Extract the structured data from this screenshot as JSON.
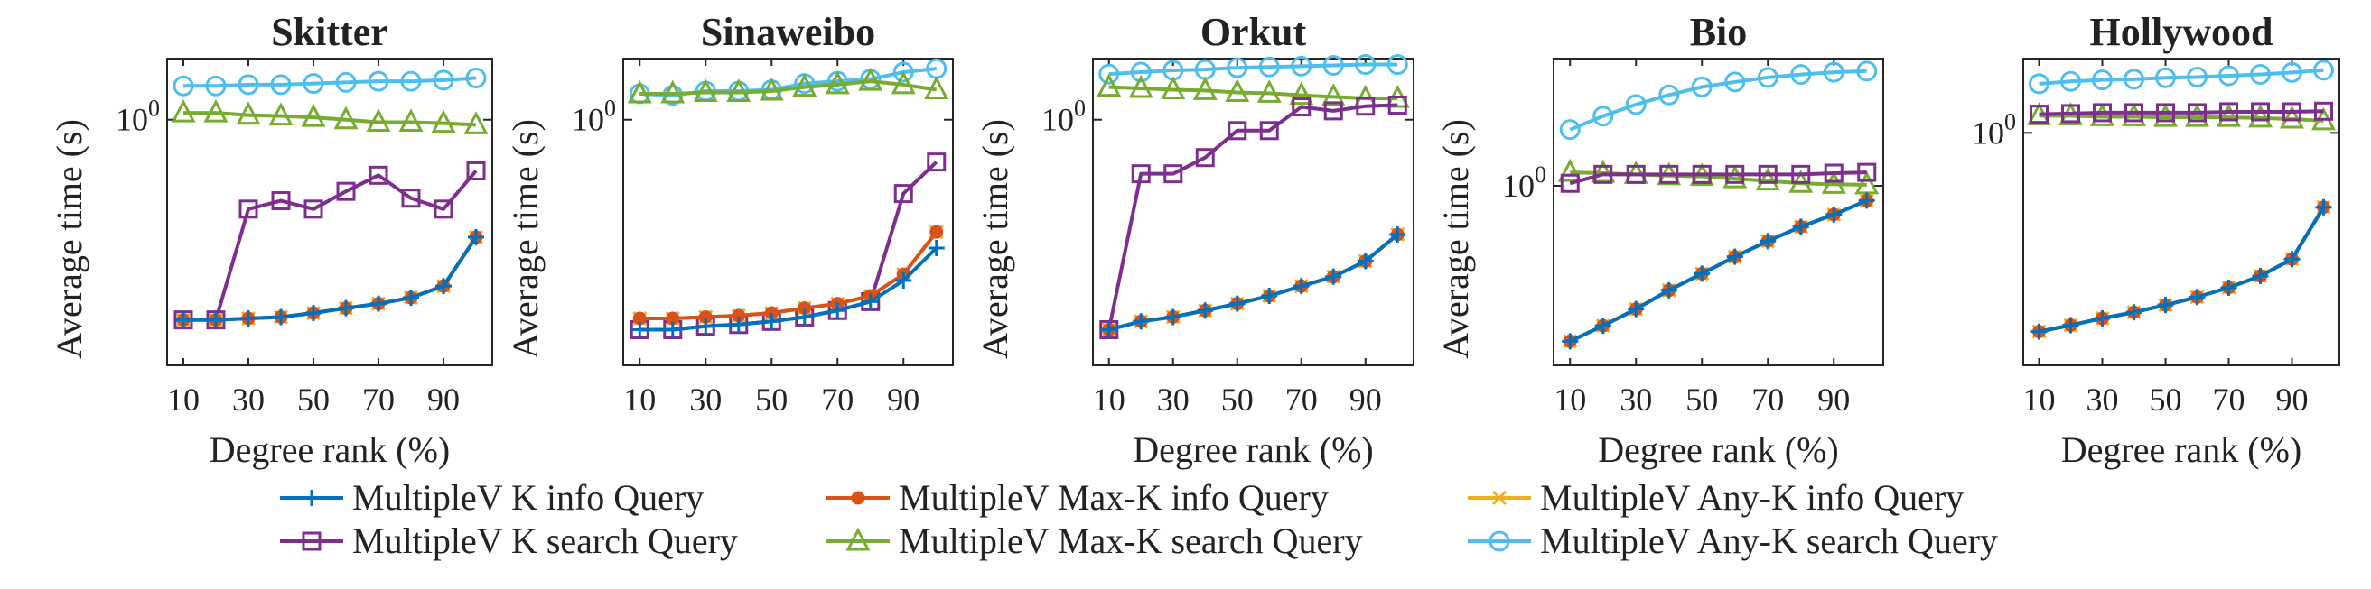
{
  "chart_data": [
    {
      "type": "line",
      "title": "Skitter",
      "xlabel": "Degree rank (%)",
      "ylabel": "Average time (s)",
      "x": [
        10,
        20,
        30,
        40,
        50,
        60,
        70,
        80,
        90,
        100
      ],
      "xticks": [
        "10",
        "30",
        "50",
        "70",
        "90"
      ],
      "yscale": "log",
      "yticks": [
        {
          "value": 1,
          "label": "10^0"
        }
      ],
      "ylim": [
        0.0065,
        3.5
      ],
      "series": [
        {
          "name": "MultipleV K info Query",
          "values": [
            0.0165,
            0.0165,
            0.017,
            0.0175,
            0.019,
            0.021,
            0.023,
            0.026,
            0.033,
            0.09
          ]
        },
        {
          "name": "MultipleV Max-K info Query",
          "values": [
            0.0165,
            0.0165,
            0.017,
            0.0175,
            0.019,
            0.021,
            0.023,
            0.026,
            0.033,
            0.09
          ]
        },
        {
          "name": "MultipleV Any-K info Query",
          "values": [
            0.0165,
            0.0165,
            0.017,
            0.0175,
            0.019,
            0.021,
            0.023,
            0.026,
            0.033,
            0.09
          ]
        },
        {
          "name": "MultipleV K search Query",
          "values": [
            0.0165,
            0.0165,
            0.16,
            0.19,
            0.16,
            0.23,
            0.32,
            0.2,
            0.16,
            0.35
          ]
        },
        {
          "name": "MultipleV Max-K search Query",
          "values": [
            1.15,
            1.15,
            1.1,
            1.08,
            1.05,
            1.0,
            0.95,
            0.95,
            0.93,
            0.9
          ]
        },
        {
          "name": "MultipleV Any-K search Query",
          "values": [
            2.0,
            2.0,
            2.05,
            2.05,
            2.1,
            2.15,
            2.2,
            2.2,
            2.25,
            2.35
          ]
        }
      ]
    },
    {
      "type": "line",
      "title": "Sinaweibo",
      "xlabel": "",
      "ylabel": "Average time (s)",
      "x": [
        10,
        20,
        30,
        40,
        50,
        60,
        70,
        80,
        90,
        100
      ],
      "xticks": [
        "10",
        "30",
        "50",
        "70",
        "90"
      ],
      "yscale": "log",
      "yticks": [
        {
          "value": 1,
          "label": "10^0"
        }
      ],
      "ylim": [
        0.0065,
        3.5
      ],
      "series": [
        {
          "name": "MultipleV K info Query",
          "values": [
            0.0135,
            0.0135,
            0.0145,
            0.015,
            0.016,
            0.0175,
            0.02,
            0.024,
            0.037,
            0.072
          ]
        },
        {
          "name": "MultipleV Max-K info Query",
          "values": [
            0.017,
            0.017,
            0.0175,
            0.018,
            0.019,
            0.021,
            0.023,
            0.027,
            0.042,
            0.1
          ]
        },
        {
          "name": "MultipleV Any-K info Query",
          "values": [
            0.017,
            0.017,
            0.0175,
            0.018,
            0.019,
            0.021,
            0.023,
            0.027,
            0.042,
            0.1
          ]
        },
        {
          "name": "MultipleV K search Query",
          "values": [
            0.0135,
            0.0135,
            0.0145,
            0.015,
            0.016,
            0.0175,
            0.02,
            0.024,
            0.22,
            0.42
          ]
        },
        {
          "name": "MultipleV Max-K search Query",
          "values": [
            1.7,
            1.7,
            1.75,
            1.75,
            1.8,
            1.95,
            2.05,
            2.2,
            2.05,
            1.85
          ]
        },
        {
          "name": "MultipleV Any-K search Query",
          "values": [
            1.7,
            1.65,
            1.8,
            1.8,
            1.85,
            2.1,
            2.2,
            2.3,
            2.65,
            2.85
          ]
        }
      ]
    },
    {
      "type": "line",
      "title": "Orkut",
      "xlabel": "Degree rank (%)",
      "ylabel": "Average time (s)",
      "x": [
        10,
        20,
        30,
        40,
        50,
        60,
        70,
        80,
        90,
        100
      ],
      "xticks": [
        "10",
        "30",
        "50",
        "70",
        "90"
      ],
      "yscale": "log",
      "yticks": [
        {
          "value": 1,
          "label": "10^0"
        }
      ],
      "ylim": [
        0.0065,
        3.5
      ],
      "series": [
        {
          "name": "MultipleV K info Query",
          "values": [
            0.0135,
            0.016,
            0.0175,
            0.02,
            0.023,
            0.027,
            0.033,
            0.04,
            0.055,
            0.095
          ]
        },
        {
          "name": "MultipleV Max-K info Query",
          "values": [
            0.0135,
            0.016,
            0.0175,
            0.02,
            0.023,
            0.027,
            0.033,
            0.04,
            0.055,
            0.095
          ]
        },
        {
          "name": "MultipleV Any-K info Query",
          "values": [
            0.0135,
            0.016,
            0.0175,
            0.02,
            0.023,
            0.027,
            0.033,
            0.04,
            0.055,
            0.095
          ]
        },
        {
          "name": "MultipleV K search Query",
          "values": [
            0.0135,
            0.33,
            0.33,
            0.46,
            0.8,
            0.8,
            1.3,
            1.2,
            1.32,
            1.35
          ]
        },
        {
          "name": "MultipleV Max-K search Query",
          "values": [
            1.95,
            1.9,
            1.85,
            1.82,
            1.75,
            1.72,
            1.65,
            1.6,
            1.55,
            1.55
          ]
        },
        {
          "name": "MultipleV Any-K search Query",
          "values": [
            2.55,
            2.65,
            2.75,
            2.8,
            2.9,
            2.95,
            3.0,
            3.05,
            3.1,
            3.1
          ]
        }
      ]
    },
    {
      "type": "line",
      "title": "Bio",
      "xlabel": "Degree rank (%)",
      "ylabel": "Average time (s)",
      "x": [
        10,
        20,
        30,
        40,
        50,
        60,
        70,
        80,
        90,
        100
      ],
      "xticks": [
        "10",
        "30",
        "50",
        "70",
        "90"
      ],
      "yscale": "log",
      "yticks": [
        {
          "value": 1,
          "label": "10^0"
        }
      ],
      "ylim": [
        0.03,
        12
      ],
      "series": [
        {
          "name": "MultipleV K info Query",
          "values": [
            0.048,
            0.065,
            0.09,
            0.13,
            0.18,
            0.25,
            0.34,
            0.45,
            0.57,
            0.75
          ]
        },
        {
          "name": "MultipleV Max-K info Query",
          "values": [
            0.048,
            0.065,
            0.09,
            0.13,
            0.18,
            0.25,
            0.34,
            0.45,
            0.57,
            0.75
          ]
        },
        {
          "name": "MultipleV Any-K info Query",
          "values": [
            0.048,
            0.065,
            0.09,
            0.13,
            0.18,
            0.25,
            0.34,
            0.45,
            0.57,
            0.75
          ]
        },
        {
          "name": "MultipleV K search Query",
          "values": [
            1.05,
            1.25,
            1.25,
            1.25,
            1.25,
            1.25,
            1.25,
            1.25,
            1.28,
            1.3
          ]
        },
        {
          "name": "MultipleV Max-K search Query",
          "values": [
            1.3,
            1.28,
            1.25,
            1.22,
            1.2,
            1.15,
            1.1,
            1.05,
            1.03,
            1.02
          ]
        },
        {
          "name": "MultipleV Any-K search Query",
          "values": [
            3.0,
            3.9,
            4.9,
            5.9,
            6.9,
            7.6,
            8.3,
            8.8,
            9.2,
            9.4
          ]
        }
      ]
    },
    {
      "type": "line",
      "title": "Hollywood",
      "xlabel": "Degree rank (%)",
      "ylabel": "",
      "x": [
        10,
        20,
        30,
        40,
        50,
        60,
        70,
        80,
        90,
        100
      ],
      "xticks": [
        "10",
        "30",
        "50",
        "70",
        "90"
      ],
      "yscale": "log",
      "yticks": [
        {
          "value": 1,
          "label": "10^0"
        }
      ],
      "ylim": [
        0.0065,
        5
      ],
      "series": [
        {
          "name": "MultipleV K info Query",
          "values": [
            0.0135,
            0.0155,
            0.018,
            0.0205,
            0.024,
            0.0285,
            0.035,
            0.045,
            0.065,
            0.2
          ]
        },
        {
          "name": "MultipleV Max-K info Query",
          "values": [
            0.0135,
            0.0155,
            0.018,
            0.0205,
            0.024,
            0.0285,
            0.035,
            0.045,
            0.065,
            0.2
          ]
        },
        {
          "name": "MultipleV Any-K info Query",
          "values": [
            0.0135,
            0.0155,
            0.018,
            0.0205,
            0.024,
            0.0285,
            0.035,
            0.045,
            0.065,
            0.2
          ]
        },
        {
          "name": "MultipleV K search Query",
          "values": [
            1.5,
            1.52,
            1.55,
            1.55,
            1.55,
            1.55,
            1.58,
            1.58,
            1.58,
            1.6
          ]
        },
        {
          "name": "MultipleV Max-K search Query",
          "values": [
            1.45,
            1.45,
            1.42,
            1.42,
            1.4,
            1.4,
            1.4,
            1.38,
            1.35,
            1.3
          ]
        },
        {
          "name": "MultipleV Any-K search Query",
          "values": [
            2.9,
            3.05,
            3.15,
            3.2,
            3.3,
            3.35,
            3.45,
            3.55,
            3.7,
            3.9
          ]
        }
      ]
    }
  ],
  "legend": [
    {
      "label": "MultipleV K info Query",
      "color": "#0072bd",
      "marker": "plus"
    },
    {
      "label": "MultipleV Max-K info Query",
      "color": "#d95319",
      "marker": "dot"
    },
    {
      "label": "MultipleV Any-K info Query",
      "color": "#edb120",
      "marker": "x"
    },
    {
      "label": "MultipleV K search Query",
      "color": "#7e2f8e",
      "marker": "square"
    },
    {
      "label": "MultipleV Max-K search Query",
      "color": "#77ac30",
      "marker": "triangle"
    },
    {
      "label": "MultipleV Any-K search Query",
      "color": "#4dbeee",
      "marker": "circle"
    }
  ]
}
